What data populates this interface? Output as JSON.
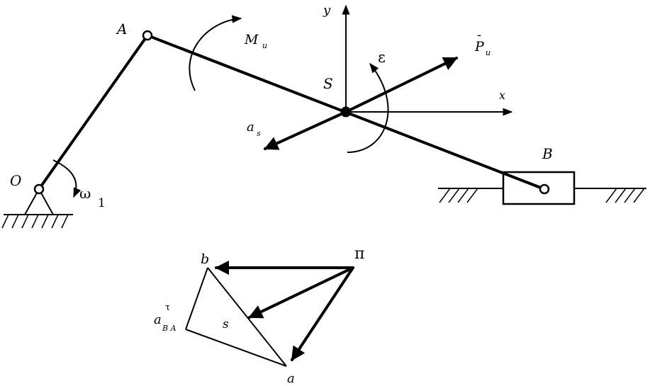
{
  "labels": {
    "A": "A",
    "O": "O",
    "omega": "ω",
    "omega_sub": "1",
    "M": "M",
    "M_sub": "u",
    "y": "y",
    "x": "x",
    "S": "S",
    "epsilon": "ε",
    "P": "P",
    "P_bar": "-",
    "P_sub": "u",
    "a_s": "a",
    "a_s_sub": "s",
    "B": "B",
    "b": "b",
    "pi": "π",
    "a_BA": "a",
    "a_BA_sub": "B A",
    "a_BA_sup": "τ",
    "s": "s",
    "a": "a"
  }
}
